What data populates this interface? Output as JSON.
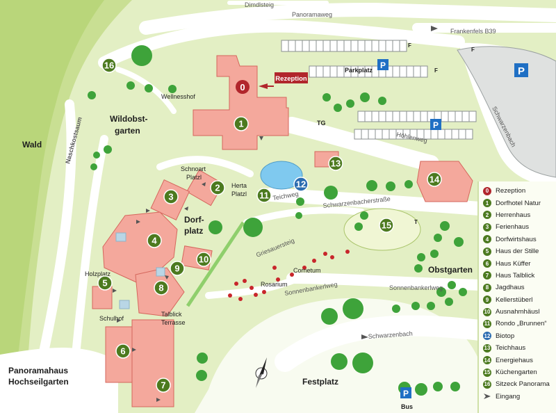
{
  "areas": {
    "wald": "Wald",
    "naschkostsaum": "Naschkostsaum",
    "wildobst_1": "Wildobst-",
    "wildobst_2": "garten",
    "dorfplatz_1": "Dorf-",
    "dorfplatz_2": "platz",
    "obstgarten": "Obstgarten",
    "festplatz": "Festplatz",
    "panoramahaus_1": "Panoramahaus",
    "panoramahaus_2": "Hochseilgarten",
    "wellnesshof": "Wellnesshof",
    "schnoart_1": "Schnoart",
    "schnoart_2": "Platzl",
    "herta_1": "Herta",
    "herta_2": "Platzl",
    "holzplatz": "Holzplatz",
    "schulhof": "Schulhof",
    "talblick_1": "Talblick",
    "talblick_2": "Terrasse",
    "cornetum": "Cornetum",
    "rosarium": "Rosarium",
    "parkplatz": "Parkplatz",
    "tg": "TG",
    "bus": "Bus"
  },
  "roads": {
    "dimdlsteig": "Dimdlsteig",
    "panoramaweg": "Panoramaweg",
    "frankenfels": "Frankenfels B39",
    "schwarzenbach_river": "Schwarzenbach",
    "hoehlenweg": "Höhlenweg",
    "schwarzenbacherstrasse": "Schwarzenbacherstraße",
    "teichweg": "Teichweg",
    "griesauersteig": "Griesauersteig",
    "sonnenbankerlweg": "Sonnenbankerlweg",
    "schwarzenbach_south": "Schwarzenbach"
  },
  "rezeption": {
    "label": "Rezeption",
    "number": "0"
  },
  "parking": {
    "symbol": "P"
  },
  "markers": {
    "f": "F",
    "t": "T"
  },
  "buildings": [
    {
      "number": "1"
    },
    {
      "number": "2"
    },
    {
      "number": "3"
    },
    {
      "number": "4"
    },
    {
      "number": "5"
    },
    {
      "number": "6"
    },
    {
      "number": "7"
    },
    {
      "number": "8"
    },
    {
      "number": "9"
    },
    {
      "number": "10"
    },
    {
      "number": "11"
    },
    {
      "number": "12"
    },
    {
      "number": "13"
    },
    {
      "number": "14"
    },
    {
      "number": "15"
    },
    {
      "number": "16"
    }
  ],
  "legend": {
    "items": [
      {
        "number": "0",
        "label": "Rezeption",
        "color": "#b1262c"
      },
      {
        "number": "1",
        "label": "Dorfhotel Natur",
        "color": "#4c7a1f"
      },
      {
        "number": "2",
        "label": "Herrenhaus",
        "color": "#4c7a1f"
      },
      {
        "number": "3",
        "label": "Ferienhaus",
        "color": "#4c7a1f"
      },
      {
        "number": "4",
        "label": "Dorfwirtshaus",
        "color": "#4c7a1f"
      },
      {
        "number": "5",
        "label": "Haus der Stille",
        "color": "#4c7a1f"
      },
      {
        "number": "6",
        "label": "Haus Küffer",
        "color": "#4c7a1f"
      },
      {
        "number": "7",
        "label": "Haus Talblick",
        "color": "#4c7a1f"
      },
      {
        "number": "8",
        "label": "Jagdhaus",
        "color": "#4c7a1f"
      },
      {
        "number": "9",
        "label": "Kellerstüberl",
        "color": "#4c7a1f"
      },
      {
        "number": "10",
        "label": "Ausnahmhäusl",
        "color": "#4c7a1f"
      },
      {
        "number": "11",
        "label": "Rondo „Brunnen“",
        "color": "#4c7a1f"
      },
      {
        "number": "12",
        "label": "Biotop",
        "color": "#2b6cb0"
      },
      {
        "number": "13",
        "label": "Teichhaus",
        "color": "#4c7a1f"
      },
      {
        "number": "14",
        "label": "Energiehaus",
        "color": "#4c7a1f"
      },
      {
        "number": "15",
        "label": "Küchengarten",
        "color": "#4c7a1f"
      },
      {
        "number": "16",
        "label": "Sitzeck Panorama",
        "color": "#4c7a1f"
      }
    ],
    "entrance": "Eingang"
  },
  "colors": {
    "background": "#e3efc4",
    "forest": "#c6dd8e",
    "building": "#f4a89c",
    "building_stroke": "#d5665c",
    "marker_green": "#4c7a1f",
    "marker_red": "#b1262c",
    "marker_blue": "#2b6cb0",
    "parking_blue": "#1f6fc4",
    "tree": "#3ea33a",
    "water": "#7fc9ef"
  }
}
